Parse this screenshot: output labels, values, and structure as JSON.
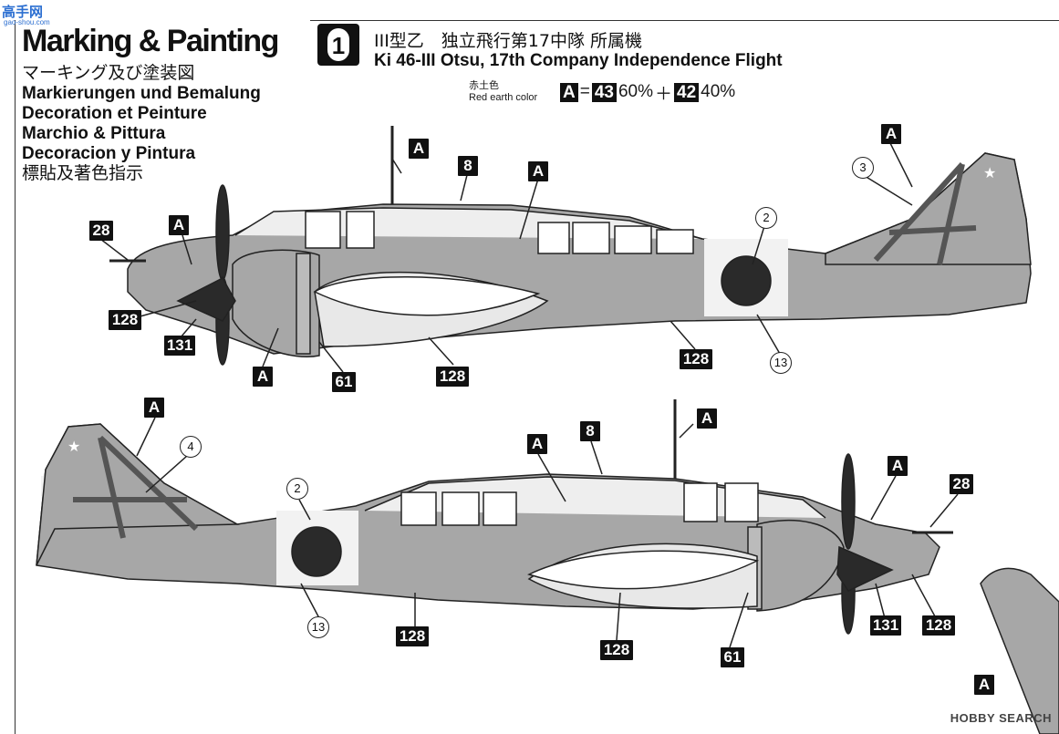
{
  "watermark": {
    "main": "高手网",
    "sub": "gao-shou.com"
  },
  "header": {
    "title": "Marking & Painting",
    "languages": [
      "マーキング及び塗装図",
      "Markierungen und Bemalung",
      "Decoration et Peinture",
      "Marchio & Pittura",
      "Decoracion y Pintura",
      "標貼及著色指示"
    ]
  },
  "scheme": {
    "number": "1",
    "title_jp": "III型乙　独立飛行第17中隊 所属機",
    "title_en": "Ki 46-III Otsu, 17th Company Independence Flight",
    "color_note_jp": "赤土色",
    "color_note_en": "Red earth color",
    "formula": {
      "key": "A",
      "eq": "=",
      "c1": "43",
      "p1": "60%",
      "plus": "＋",
      "c2": "42",
      "p2": "40%"
    }
  },
  "callouts": {
    "a": "A",
    "n8": "8",
    "n28": "28",
    "n61": "61",
    "n128": "128",
    "n131": "131",
    "c2": "2",
    "c3": "3",
    "c4": "4",
    "c13": "13"
  },
  "colors": {
    "camo": "#a7a7a7",
    "ink": "#111111",
    "hinomaru": "#2a2a2a",
    "pale": "#e8e8e8"
  },
  "footer": {
    "logo": "HOBBY SEARCH"
  }
}
